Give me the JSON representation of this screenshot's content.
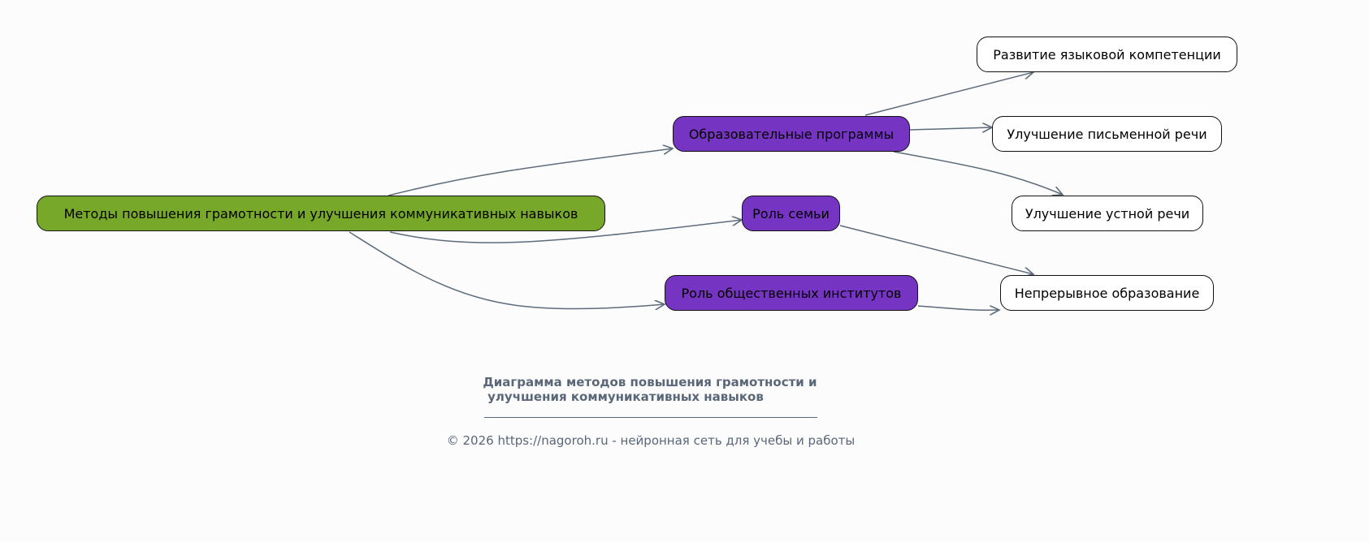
{
  "diagram": {
    "root": "Методы повышения грамотности и улучшения коммуникативных навыков",
    "branches": [
      {
        "label": "Образовательные программы"
      },
      {
        "label": "Роль семьи"
      },
      {
        "label": "Роль общественных институтов"
      }
    ],
    "leaves": [
      {
        "label": "Развитие языковой компетенции"
      },
      {
        "label": "Улучшение письменной речи"
      },
      {
        "label": "Улучшение устной речи"
      },
      {
        "label": "Непрерывное образование"
      }
    ],
    "colors": {
      "root": "#78a82a",
      "branch": "#7634c2",
      "leaf": "#ffffff",
      "edge": "#5d6b7a"
    }
  },
  "caption": {
    "title_line1": "Диаграмма методов повышения грамотности и",
    "title_line2": "улучшения коммуникативных навыков",
    "footer": "© 2026 https://nagoroh.ru - нейронная сеть для учебы и работы"
  }
}
